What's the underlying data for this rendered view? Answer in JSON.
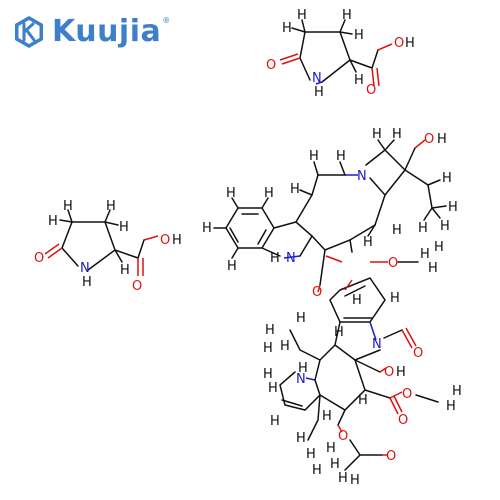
{
  "logo": {
    "text": "Kuujia",
    "registered": "®",
    "brand_color": "#3d7fc9"
  },
  "atom_colors": {
    "carbon_hydrogen": "#111111",
    "nitrogen": "#1a1acc",
    "oxygen": "#dd1111"
  },
  "molecules": [
    {
      "id": "pyroglutamic-acid-top",
      "atoms": {
        "ring_o": "O",
        "ring_n": "N",
        "ring_nh": "H",
        "acid_o1": "O",
        "acid_o2": "O",
        "acid_h": "H"
      },
      "hydrogens": [
        "H",
        "H",
        "H",
        "H",
        "H"
      ]
    },
    {
      "id": "pyroglutamic-acid-left",
      "atoms": {
        "ring_o": "O",
        "ring_n": "N",
        "ring_nh": "H",
        "acid_o1": "O",
        "acid_o2": "O",
        "acid_h": "H"
      },
      "hydrogens": [
        "H",
        "H",
        "H",
        "H",
        "H"
      ]
    },
    {
      "id": "vinca-alkaloid",
      "atoms": {
        "indole_n": "N",
        "indole_nh": "H",
        "azocine_n": "N",
        "hydroxy_o_top": "O",
        "hydroxy_h_top": "H",
        "ester_o_mid": "O",
        "methoxy_o": "O",
        "formyl_n": "N",
        "formyl_o": "O",
        "lower_n": "N",
        "hydroxy_o_low": "O",
        "hydroxy_h_low": "H",
        "ester_o1": "O",
        "ester_o2": "O",
        "acetate_o1": "O",
        "acetate_o2": "O"
      },
      "hydrogens": [
        "H",
        "H",
        "H",
        "H",
        "H",
        "H",
        "H",
        "H",
        "H",
        "H",
        "H",
        "H",
        "H",
        "H",
        "H",
        "H",
        "H",
        "H",
        "H",
        "H",
        "H",
        "H",
        "H",
        "H",
        "H",
        "H",
        "H",
        "H",
        "H",
        "H",
        "H",
        "H",
        "H",
        "H",
        "H",
        "H",
        "H",
        "H",
        "H",
        "H"
      ]
    }
  ]
}
